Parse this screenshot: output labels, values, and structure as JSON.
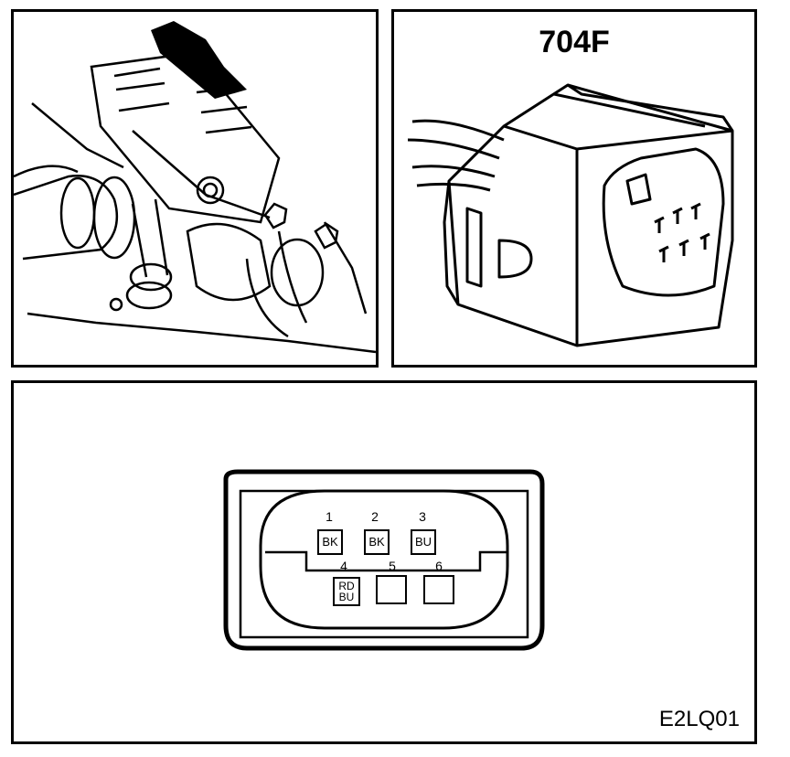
{
  "connector": {
    "title": "704F"
  },
  "figure": {
    "reference_code": "E2LQ01"
  },
  "pins": [
    {
      "number": "1",
      "color_code": "BK"
    },
    {
      "number": "2",
      "color_code": "BK"
    },
    {
      "number": "3",
      "color_code": "BU"
    },
    {
      "number": "4",
      "color_line1": "RD",
      "color_line2": "BU"
    },
    {
      "number": "5",
      "color_code": ""
    },
    {
      "number": "6",
      "color_code": ""
    }
  ]
}
